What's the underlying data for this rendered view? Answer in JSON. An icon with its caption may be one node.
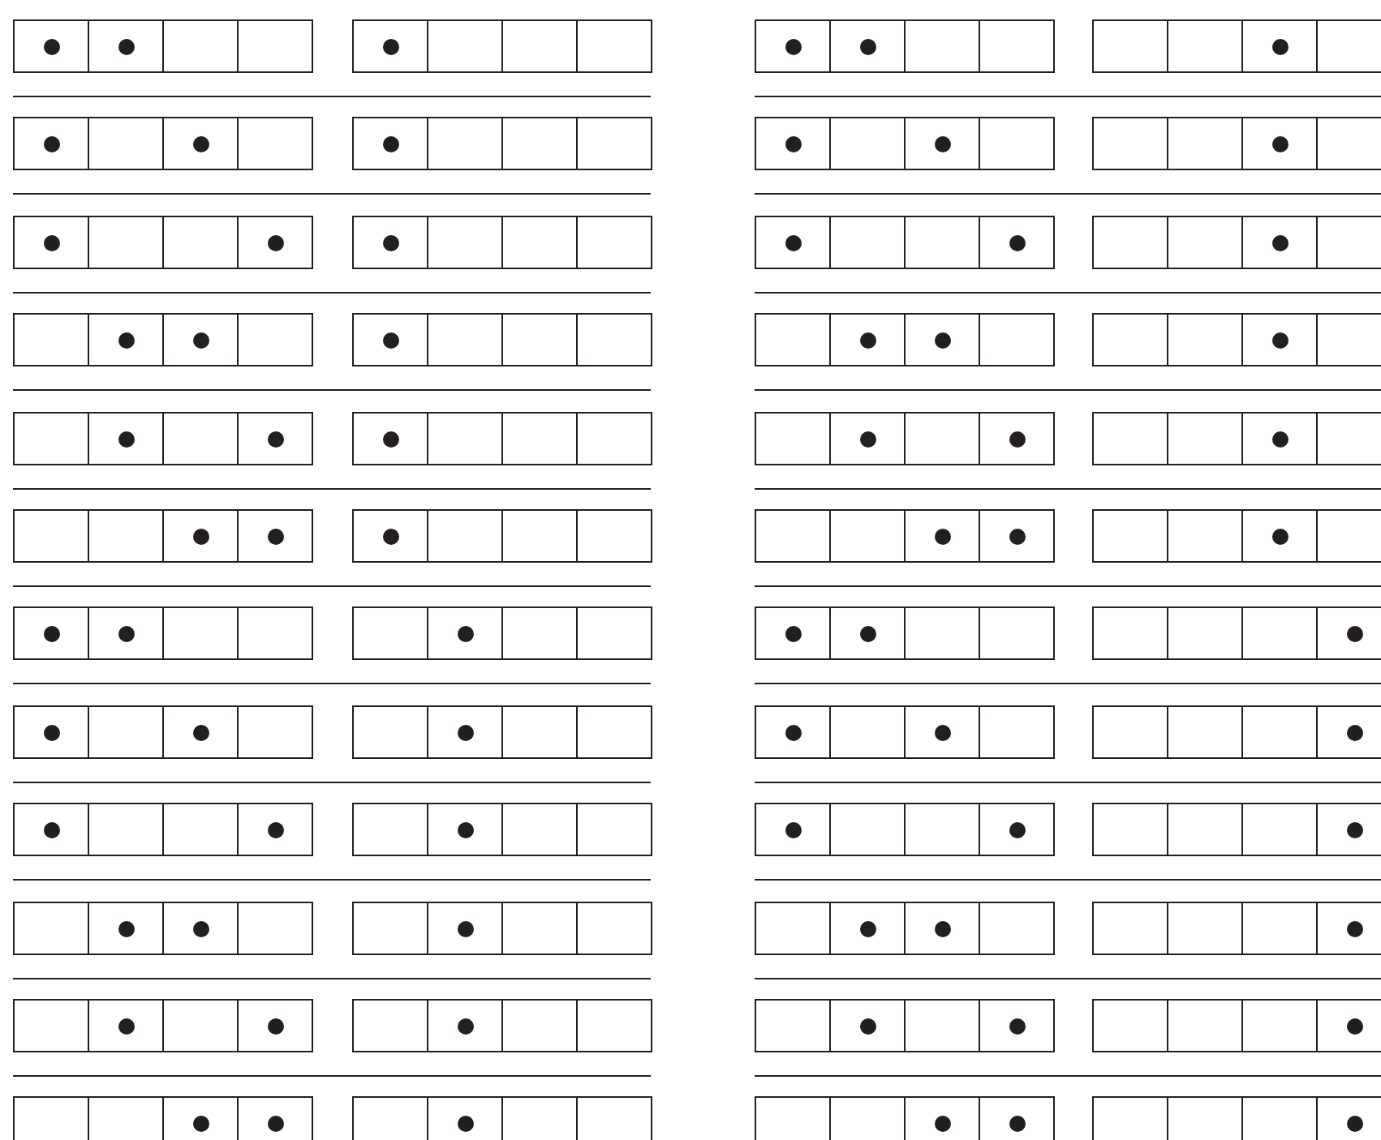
{
  "diagram": {
    "nodes": [
      {
        "text": [],
        "shape": "box"
      },
      {
        "text": [],
        "shape": "box"
      },
      {
        "text": [],
        "shape": "box"
      },
      {
        "text": [],
        "shape": "box"
      },
      {
        "text": [],
        "shape": "box"
      },
      {
        "text": [],
        "shape": "box"
      },
      {
        "text": [],
        "shape": "box"
      },
      {
        "text": [],
        "shape": "box"
      },
      {
        "text": [],
        "shape": "box"
      },
      {
        "text": [],
        "shape": "box"
      },
      {
        "text": [],
        "shape": "box"
      },
      {
        "text": [],
        "shape": "box"
      },
      {
        "text": [],
        "shape": "box"
      },
      {
        "text": [],
        "shape": "box"
      },
      {
        "text": [],
        "shape": "box"
      },
      {
        "text": [],
        "shape": "box"
      },
      {
        "text": [],
        "shape": "circle",
        "in": 0
      },
      {
        "text": [],
        "shape": "circle",
        "in": 1
      },
      {
        "text": [],
        "shape": "circle",
        "in": 4
      },
      {
        "text": [],
        "shape": "circle",
        "in": 8
      },
      {
        "text": [],
        "shape": "circle",
        "in": 9
      },
      {
        "text": [],
        "shape": "circle",
        "in": 14
      },
      {
        "text": [],
        "shape": "box"
      },
      {
        "text": [],
        "shape": "box"
      },
      {
        "text": [],
        "shape": "box"
      },
      {
        "text": [],
        "shape": "box"
      },
      {
        "text": [],
        "shape": "box"
      },
      {
        "text": [],
        "shape": "box"
      },
      {
        "text": [],
        "shape": "box"
      },
      {
        "text": [],
        "shape": "box"
      },
      {
        "text": [],
        "shape": "box"
      },
      {
        "text": [],
        "shape": "box"
      },
      {
        "text": [],
        "shape": "box"
      },
      {
        "text": [],
        "shape": "box"
      },
      {
        "text": [],
        "shape": "box"
      },
      {
        "text": [],
        "shape": "box"
      },
      {
        "text": [],
        "shape": "box"
      },
      {
        "text": [],
        "shape": "box"
      },
      {
        "text": [],
        "shape": "circle",
        "in": 22
      },
      {
        "text": [],
        "shape": "circle",
        "in": 24
      },
      {
        "text": [],
        "shape": "circle",
        "in": 26
      },
      {
        "text": [],
        "shape": "circle",
        "in": 30
      },
      {
        "text": [],
        "shape": "circle",
        "in": 32
      },
      {
        "text": [],
        "shape": "circle",
        "in": 36
      },
      {
        "text": [],
        "shape": "box"
      },
      {
        "text": [],
        "shape": "box"
      },
      {
        "text": [],
        "shape": "box"
      },
      {
        "text": [],
        "shape": "box"
      },
      {
        "text": [],
        "shape": "box"
      },
      {
        "text": [],
        "shape": "box"
      },
      {
        "text": [],
        "shape": "box"
      },
      {
        "text": [],
        "shape": "box"
      },
      {
        "text": [],
        "shape": "box"
      },
      {
        "text": [],
        "shape": "box"
      },
      {
        "text": [],
        "shape": "box"
      },
      {
        "text": [],
        "shape": "box"
      },
      {
        "text": [],
        "shape": "box"
      },
      {
        "text": [],
        "shape": "box"
      },
      {
        "text": [],
        "shape": "box"
      },
      {
        "text": [],
        "shape": "box"
      },
      {
        "text": [],
        "shape": "circle",
        "in": 44
      },
      {
        "text": [],
        "shape": "circle",
        "in": 47
      },
      {
        "text": [],
        "shape": "circle",
        "in": 48
      },
      {
        "text": [],
        "shape": "circle",
        "in": 52
      },
      {
        "text": [],
        "shape": "circle",
        "in": 55
      },
      {
        "text": [],
        "shape": "circle",
        "in": 58
      },
      {
        "text": [],
        "shape": "box"
      },
      {
        "text": [],
        "shape": "box"
      },
      {
        "text": [],
        "shape": "box"
      },
      {
        "text": [],
        "shape": "box"
      },
      {
        "text": [],
        "shape": "box"
      },
      {
        "text": [],
        "shape": "box"
      },
      {
        "text": [],
        "shape": "box"
      },
      {
        "text": [],
        "shape": "box"
      },
      {
        "text": [],
        "shape": "box"
      },
      {
        "text": [],
        "shape": "box"
      },
      {
        "text": [],
        "shape": "box"
      },
      {
        "text": [],
        "shape": "box"
      },
      {
        "text": [],
        "shape": "box"
      },
      {
        "text": [],
        "shape": "box"
      },
      {
        "text": [],
        "shape": "box"
      },
      {
        "text": [],
        "shape": "box"
      },
      {
        "text": [],
        "shape": "circle",
        "in": 67
      },
      {
        "text": [],
        "shape": "circle",
        "in": 68
      },
      {
        "text": [],
        "shape": "circle",
        "in": 70
      },
      {
        "text": [],
        "shape": "circle",
        "in": 75
      },
      {
        "text": [],
        "shape": "circle",
        "in": 76
      },
      {
        "text": [],
        "shape": "circle",
        "in": 80
      },
      {
        "text": [],
        "shape": "box"
      },
      {
        "text": [],
        "shape": "box"
      },
      {
        "text": [],
        "shape": "box"
      },
      {
        "text": [],
        "shape": "box"
      },
      {
        "text": [],
        "shape": "box"
      },
      {
        "text": [],
        "shape": "box"
      },
      {
        "text": [],
        "shape": "box"
      },
      {
        "text": [],
        "shape": "box"
      },
      {
        "text": [],
        "shape": "box"
      },
      {
        "text": [],
        "shape": "box"
      },
      {
        "text": [],
        "shape": "box"
      },
      {
        "text": [],
        "shape": "box"
      },
      {
        "text": [],
        "shape": "box"
      },
      {
        "text": [],
        "shape": "box"
      },
      {
        "text": [],
        "shape": "box"
      },
      {
        "text": [],
        "shape": "box"
      },
      {
        "text": [],
        "shape": "circle",
        "in": 89
      },
      {
        "text": [],
        "shape": "circle",
        "in": 91
      },
      {
        "text": [],
        "shape": "circle",
        "in": 92
      },
      {
        "text": [],
        "shape": "circle",
        "in": 97
      },
      {
        "text": [],
        "shape": "circle",
        "in": 99
      },
      {
        "text": [],
        "shape": "circle",
        "in": 102
      },
      {
        "text": [],
        "shape": "box"
      },
      {
        "text": [],
        "shape": "box"
      },
      {
        "text": [],
        "shape": "box"
      },
      {
        "text": [],
        "shape": "box"
      },
      {
        "text": [],
        "shape": "box"
      },
      {
        "text": [],
        "shape": "box"
      },
      {
        "text": [],
        "shape": "box"
      },
      {
        "text": [],
        "shape": "box"
      },
      {
        "text": [],
        "shape": "box"
      },
      {
        "text": [],
        "shape": "box"
      },
      {
        "text": [],
        "shape": "box"
      },
      {
        "text": [],
        "shape": "box"
      },
      {
        "text": [],
        "shape": "box"
      },
      {
        "text": [],
        "shape": "box"
      },
      {
        "text": [],
        "shape": "box"
      },
      {
        "text": [],
        "shape": "box"
      },
      {
        "text": [],
        "shape": "circle",
        "in": 112
      },
      {
        "text": [],
        "shape": "circle",
        "in": 113
      },
      {
        "text": [],
        "shape": "circle",
        "in": 114
      },
      {
        "text": [],
        "shape": "circle",
        "in": 120
      },
      {
        "text": [],
        "shape": "circle",
        "in": 121
      },
      {
        "text": [],
        "shape": "circle",
        "in": 124
      },
      {
        "text": [],
        "shape": "box"
      },
      {
        "text": [],
        "shape": "box"
      },
      {
        "text": [],
        "shape": "box"
      },
      {
        "text": [],
        "shape": "box"
      },
      {
        "text": [],
        "shape": "box"
      },
      {
        "text": [],
        "shape": "box"
      },
      {
        "text": [],
        "shape": "box"
      },
      {
        "text": [],
        "shape": "box"
      },
      {
        "text": [],
        "shape": "box"
      },
      {
        "text": [],
        "shape": "box"
      },
      {
        "text": [],
        "shape": "box"
      },
      {
        "text": [],
        "shape": "box"
      },
      {
        "text": [],
        "shape": "box"
      },
      {
        "text": [],
        "shape": "box"
      },
      {
        "text": [],
        "shape": "box"
      },
      {
        "text": [],
        "shape": "box"
      },
      {
        "text": [],
        "shape": "circle",
        "in": 132
      },
      {
        "text": [],
        "shape": "circle",
        "in": 133
      },
      {
        "text": [],
        "shape": "circle",
        "in": 137
      },
      {
        "text": [],
        "shape": "circle",
        "in": 140
      },
      {
        "text": [],
        "shape": "circle",
        "in": 141
      },
      {
        "text": [],
        "shape": "circle",
        "in": 147
      },
      {
        "text": [],
        "shape": "box"
      },
      {
        "text": [],
        "shape": "box"
      },
      {
        "text": [],
        "shape": "box"
      },
      {
        "text": [],
        "shape": "box"
      },
      {
        "text": [],
        "shape": "box"
      },
      {
        "text": [],
        "shape": "box"
      },
      {
        "text": [],
        "shape": "box"
      },
      {
        "text": [],
        "shape": "box"
      },
      {
        "text": [],
        "shape": "box"
      },
      {
        "text": [],
        "shape": "box"
      },
      {
        "text": [],
        "shape": "box"
      },
      {
        "text": [],
        "shape": "box"
      },
      {
        "text": [],
        "shape": "box"
      },
      {
        "text": [],
        "shape": "box"
      },
      {
        "text": [],
        "shape": "box"
      },
      {
        "text": [],
        "shape": "box"
      },
      {
        "text": [],
        "shape": "circle",
        "in": 154
      },
      {
        "text": [],
        "shape": "circle",
        "in": 156
      },
      {
        "text": [],
        "shape": "circle",
        "in": 159
      },
      {
        "text": [],
        "shape": "circle",
        "in": 162
      },
      {
        "text": [],
        "shape": "circle",
        "in": 164
      },
      {
        "text": [],
        "shape": "circle",
        "in": 169
      },
      {
        "text": [],
        "shape": "box"
      },
      {
        "text": [],
        "shape": "box"
      },
      {
        "text": [],
        "shape": "box"
      },
      {
        "text": [],
        "shape": "box"
      },
      {
        "text": [],
        "shape": "box"
      },
      {
        "text": [],
        "shape": "box"
      },
      {
        "text": [],
        "shape": "box"
      },
      {
        "text": [],
        "shape": "box"
      },
      {
        "text": [],
        "shape": "box"
      },
      {
        "text": [],
        "shape": "box"
      },
      {
        "text": [],
        "shape": "box"
      },
      {
        "text": [],
        "shape": "box"
      },
      {
        "text": [],
        "shape": "box"
      },
      {
        "text": [],
        "shape": "box"
      },
      {
        "text": [],
        "shape": "box"
      },
      {
        "text": [],
        "shape": "box"
      },
      {
        "text": [],
        "shape": "circle",
        "in": 176
      },
      {
        "text": [],
        "shape": "circle",
        "in": 179
      },
      {
        "text": [],
        "shape": "circle",
        "in": 181
      },
      {
        "text": [],
        "shape": "circle",
        "in": 184
      },
      {
        "text": [],
        "shape": "circle",
        "in": 187
      },
      {
        "text": [],
        "shape": "circle",
        "in": 191
      },
      {
        "text": [],
        "shape": "box"
      },
      {
        "text": [],
        "shape": "box"
      },
      {
        "text": [],
        "shape": "box"
      },
      {
        "text": [],
        "shape": "box"
      },
      {
        "text": [],
        "shape": "box"
      },
      {
        "text": [],
        "shape": "box"
      },
      {
        "text": [],
        "shape": "box"
      },
      {
        "text": [],
        "shape": "box"
      },
      {
        "text": [],
        "shape": "box"
      },
      {
        "text": [],
        "shape": "box"
      },
      {
        "text": [],
        "shape": "box"
      },
      {
        "text": [],
        "shape": "box"
      },
      {
        "text": [],
        "shape": "box"
      },
      {
        "text": [],
        "shape": "box"
      },
      {
        "text": [],
        "shape": "box"
      },
      {
        "text": [],
        "shape": "box"
      },
      {
        "text": [],
        "shape": "circle",
        "in": 199
      },
      {
        "text": [],
        "shape": "circle",
        "in": 200
      },
      {
        "text": [],
        "shape": "circle",
        "in": 203
      },
      {
        "text": [],
        "shape": "circle",
        "in": 207
      },
      {
        "text": [],
        "shape": "circle",
        "in": 208
      },
      {
        "text": [],
        "shape": "circle",
        "in": 213
      },
      {
        "text": [],
        "shape": "box"
      },
      {
        "text": [],
        "shape": "box"
      },
      {
        "text": [],
        "shape": "box"
      },
      {
        "text": [],
        "shape": "box"
      },
      {
        "text": [],
        "shape": "box"
      },
      {
        "text": [],
        "shape": "box"
      },
      {
        "text": [],
        "shape": "box"
      },
      {
        "text": [],
        "shape": "box"
      },
      {
        "text": [],
        "shape": "box"
      },
      {
        "text": [],
        "shape": "box"
      },
      {
        "text": [],
        "shape": "box"
      },
      {
        "text": [],
        "shape": "box"
      },
      {
        "text": [],
        "shape": "box"
      },
      {
        "text": [],
        "shape": "box"
      },
      {
        "text": [],
        "shape": "box"
      },
      {
        "text": [],
        "shape": "box"
      },
      {
        "text": [],
        "shape": "circle",
        "in": 221
      },
      {
        "text": [],
        "shape": "circle",
        "in": 223
      },
      {
        "text": [],
        "shape": "circle",
        "in": 225
      },
      {
        "text": [],
        "shape": "circle",
        "in": 229
      },
      {
        "text": [],
        "shape": "circle",
        "in": 231
      },
      {
        "text": [],
        "shape": "circle",
        "in": 235
      },
      {
        "text": [],
        "shape": "box"
      },
      {
        "text": [],
        "shape": "box"
      },
      {
        "text": [],
        "shape": "box"
      },
      {
        "text": [],
        "shape": "box"
      },
      {
        "text": [],
        "shape": "box"
      },
      {
        "text": [],
        "shape": "box"
      },
      {
        "text": [],
        "shape": "box"
      },
      {
        "text": [],
        "shape": "box"
      },
      {
        "text": [],
        "shape": "box"
      },
      {
        "text": [],
        "shape": "box"
      },
      {
        "text": [],
        "shape": "box"
      },
      {
        "text": [],
        "shape": "box"
      },
      {
        "text": [],
        "shape": "box"
      },
      {
        "text": [],
        "shape": "box"
      },
      {
        "text": [],
        "shape": "box"
      },
      {
        "text": [],
        "shape": "box"
      },
      {
        "text": [],
        "shape": "circle",
        "in": 244
      },
      {
        "text": [],
        "shape": "circle",
        "in": 245
      },
      {
        "text": [],
        "shape": "circle",
        "in": 247
      },
      {
        "text": [],
        "shape": "circle",
        "in": 252
      },
      {
        "text": [],
        "shape": "circle",
        "in": 253
      },
      {
        "text": [],
        "shape": "circle",
        "in": 257
      }
    ]
  }
}
